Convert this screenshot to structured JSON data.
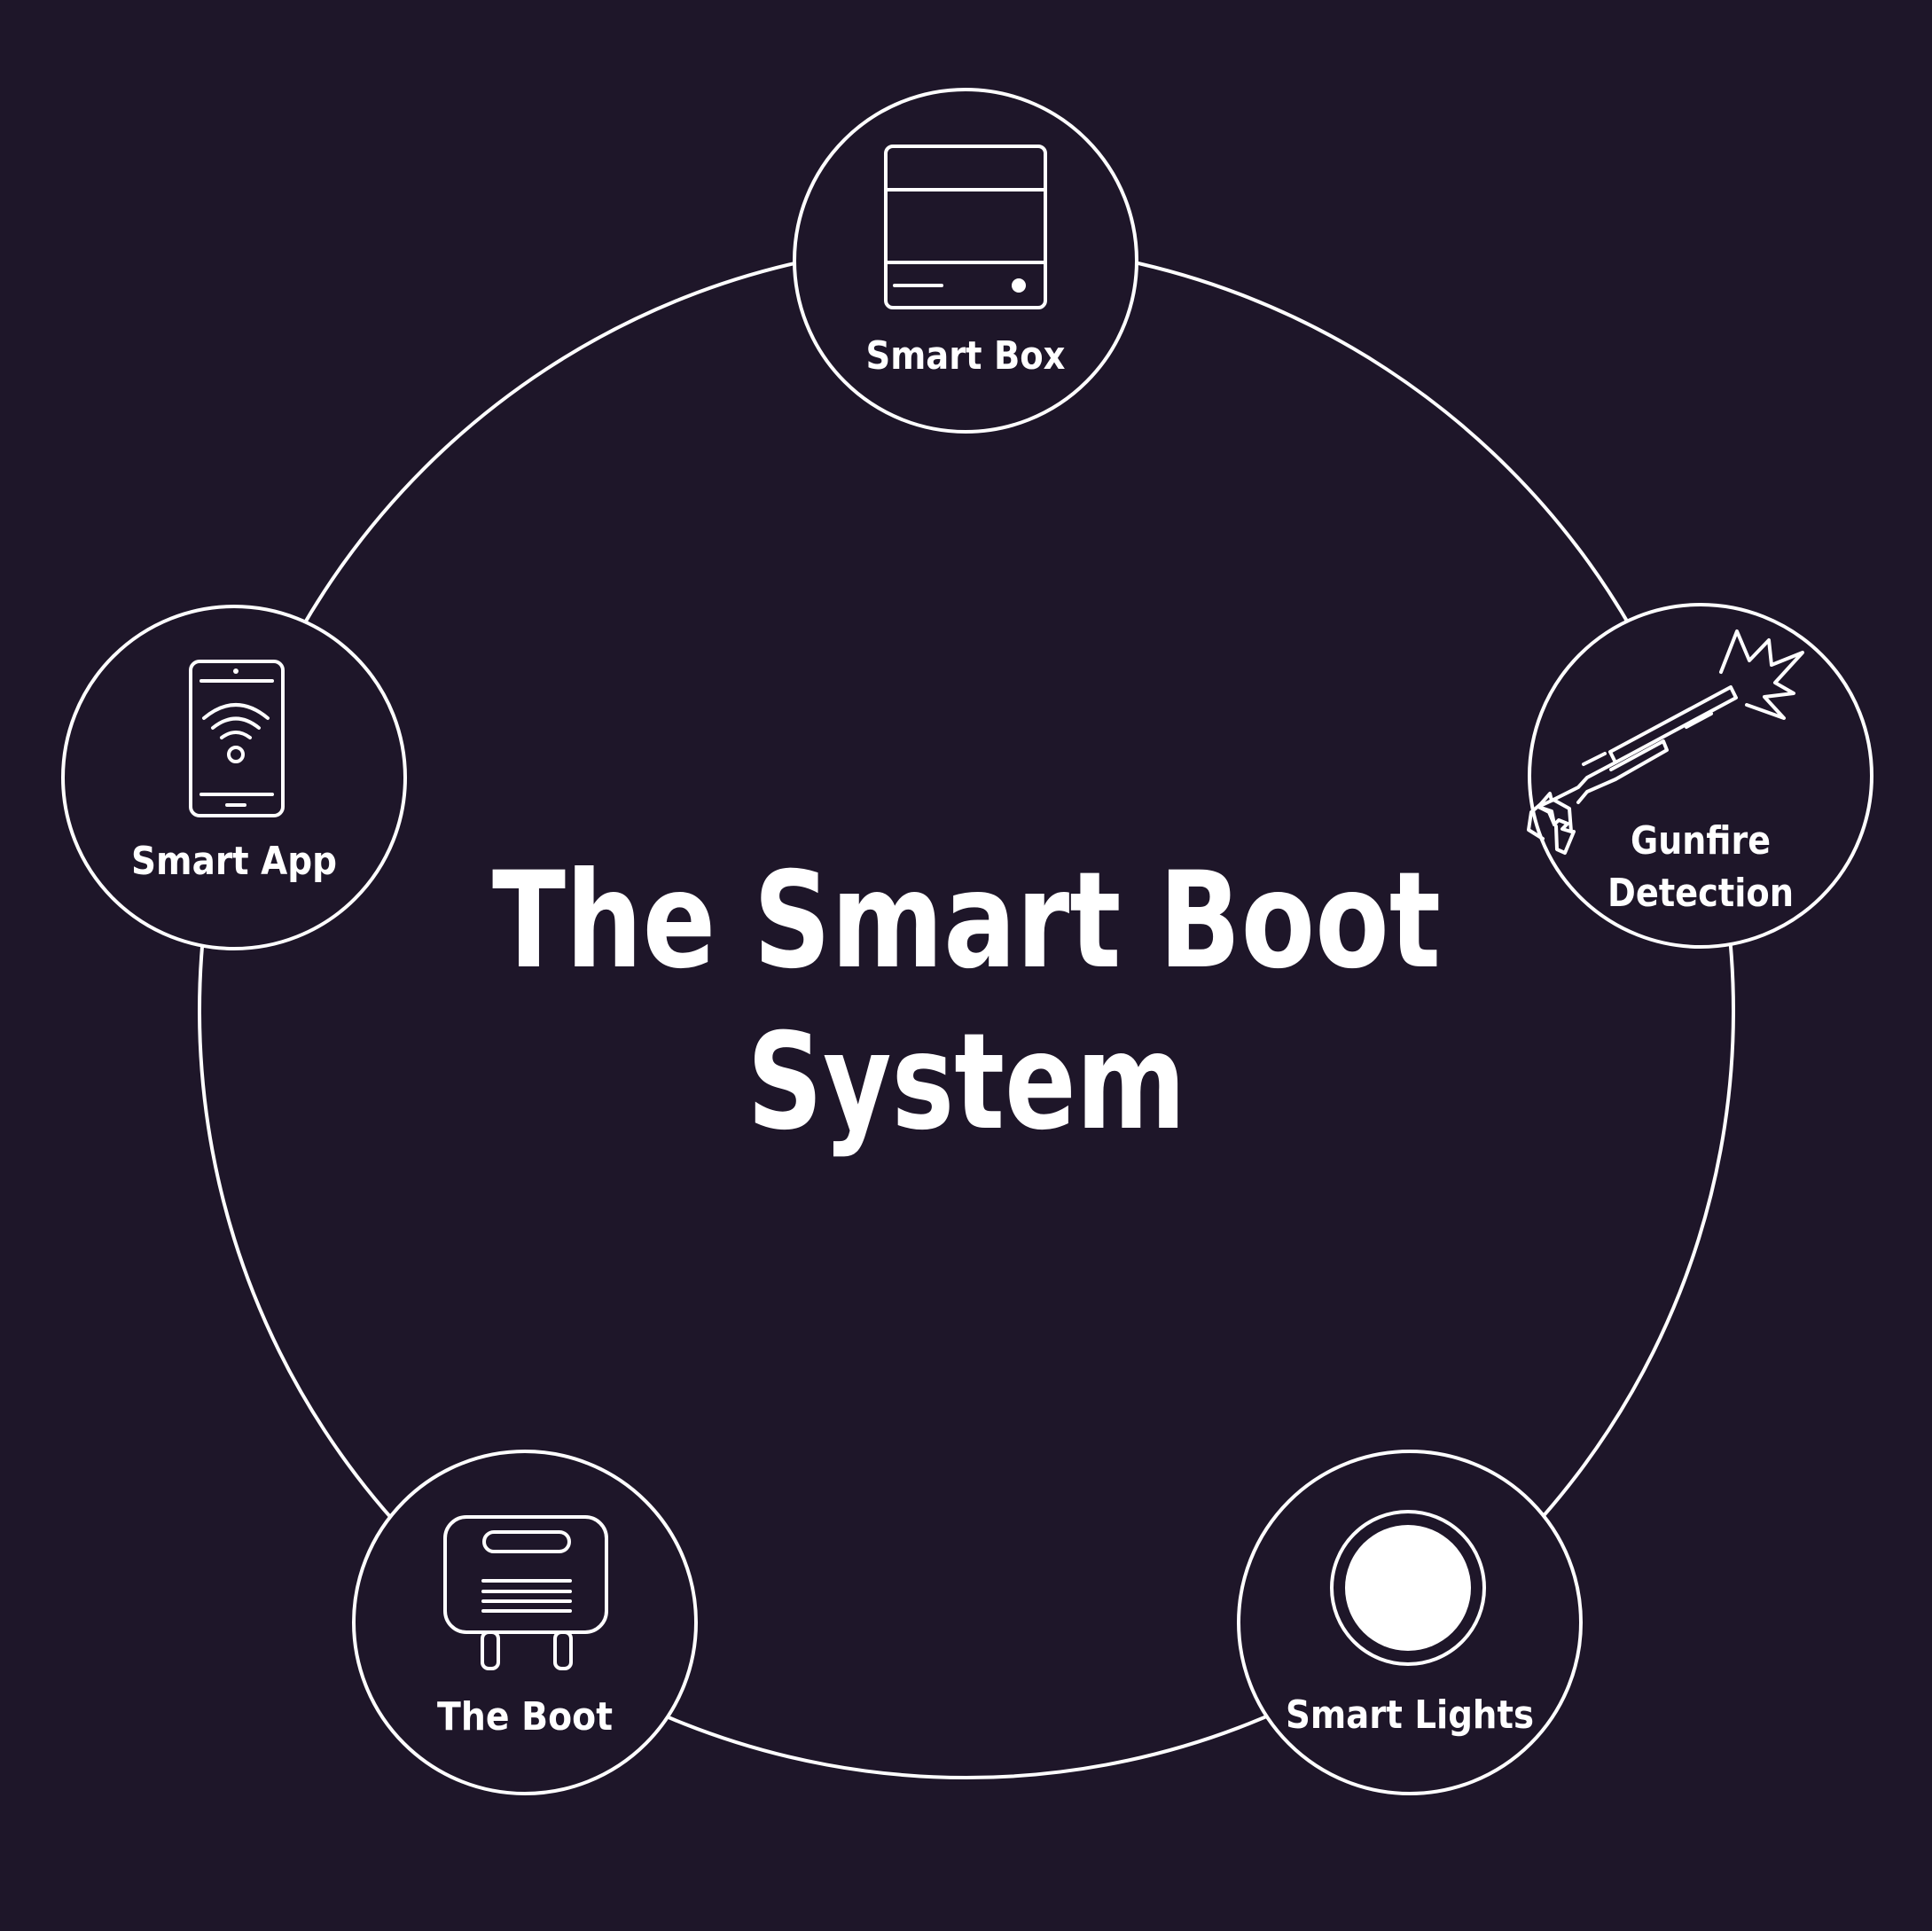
{
  "diagram": {
    "title_line_1": "The Smart Boot",
    "title_line_2": "System",
    "colors": {
      "background": "#1e1629",
      "stroke": "#ffffff",
      "text": "#ffffff"
    },
    "nodes": [
      {
        "id": "smart-box",
        "label": "Smart Box",
        "icon": "smart-box-icon"
      },
      {
        "id": "gunfire-detection",
        "label_line_1": "Gunfire",
        "label_line_2": "Detection",
        "icon": "shotgun-firing-icon"
      },
      {
        "id": "smart-lights",
        "label": "Smart Lights",
        "icon": "light-bulb-icon"
      },
      {
        "id": "the-boot",
        "label": "The Boot",
        "icon": "boot-device-icon"
      },
      {
        "id": "smart-app",
        "label": "Smart App",
        "icon": "phone-wifi-icon"
      }
    ]
  }
}
